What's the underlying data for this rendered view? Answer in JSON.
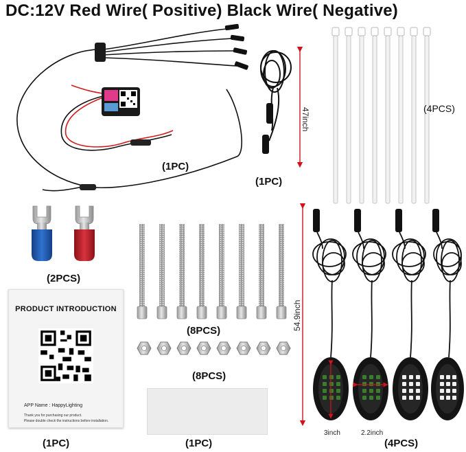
{
  "headline": "DC:12V Red Wire( Positive) Black Wire( Negative)",
  "labels": {
    "controller_qty": "(1PC)",
    "extension_qty": "(1PC)",
    "extension_length": "47inch",
    "zipties_qty": "(4PCS)",
    "terminals_qty": "(2PCS)",
    "bolts_qty": "(8PCS)",
    "nuts_qty": "(8PCS)",
    "manual_qty": "(1PC)",
    "tape_qty": "(1PC)",
    "pods_qty": "(4PCS)",
    "pod_cable_length": "54.9inch",
    "pod_length": "3inch",
    "pod_width": "2.2inch"
  },
  "manual": {
    "title": "PRODUCT INTRODUCTION",
    "app_name": "APP Name : HappyLighting",
    "thanks": "Thank you for purchasing our product.",
    "note": "Please double check the instructions before installation."
  },
  "colors": {
    "terminal_blue": "#1f5fb8",
    "terminal_red": "#c8202a",
    "wire_black": "#111111",
    "wire_red": "#d01c1c",
    "dimension_red": "#d0121b"
  }
}
